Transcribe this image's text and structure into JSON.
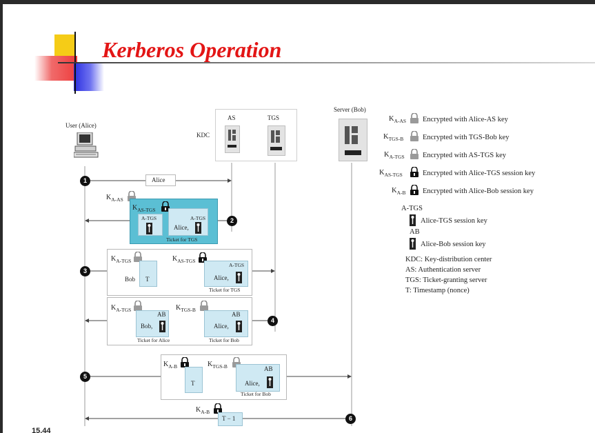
{
  "slide": {
    "title": "Kerberos  Operation",
    "page_number": "15.44"
  },
  "actors": {
    "user": "User (Alice)",
    "kdc": "KDC",
    "as": "AS",
    "tgs": "TGS",
    "server": "Server (Bob)"
  },
  "steps": [
    "1",
    "2",
    "3",
    "4",
    "5",
    "6"
  ],
  "messages": {
    "m1_alice": "Alice",
    "k_a_as": "K",
    "k_a_as_sub": "A-AS",
    "k_as_tgs": "K",
    "k_as_tgs_sub": "AS-TGS",
    "a_tgs": "A-TGS",
    "alice_comma": "Alice,",
    "ticket_for_tgs": "Ticket for TGS",
    "k_a_tgs": "K",
    "k_a_tgs_sub": "A-TGS",
    "bob": "Bob",
    "t": "T",
    "k_tgs_b": "K",
    "k_tgs_b_sub": "TGS-B",
    "ab": "AB",
    "bob_comma": "Bob,",
    "ticket_for_alice": "Ticket for Alice",
    "ticket_for_bob": "Ticket for Bob",
    "k_a_b": "K",
    "k_a_b_sub": "A-B",
    "t_minus_1": "T − 1"
  },
  "legend": {
    "keys": [
      {
        "k": "K",
        "sub": "A-AS",
        "text": "Encrypted with Alice-AS key",
        "color": "#9a9a9a"
      },
      {
        "k": "K",
        "sub": "TGS-B",
        "text": "Encrypted with TGS-Bob key",
        "color": "#9a9a9a"
      },
      {
        "k": "K",
        "sub": "A-TGS",
        "text": "Encrypted with AS-TGS key",
        "color": "#9a9a9a"
      },
      {
        "k": "K",
        "sub": "AS-TGS",
        "text": "Encrypted with Alice-TGS session key",
        "color": "#111111"
      },
      {
        "k": "K",
        "sub": "A-B",
        "text": "Encrypted with Alice-Bob session key",
        "color": "#111111"
      }
    ],
    "session_keys": [
      {
        "label": "A-TGS",
        "text": "Alice-TGS session key"
      },
      {
        "label": "AB",
        "text": "Alice-Bob session key"
      }
    ],
    "definitions": [
      "KDC: Key-distribution center",
      "AS: Authentication server",
      "TGS: Ticket-granting server",
      "T: Timestamp (nonce)"
    ]
  },
  "colors": {
    "title": "#e31515",
    "ticket_highlight": "#5bbfd4",
    "light_box": "#cfe9f3"
  }
}
